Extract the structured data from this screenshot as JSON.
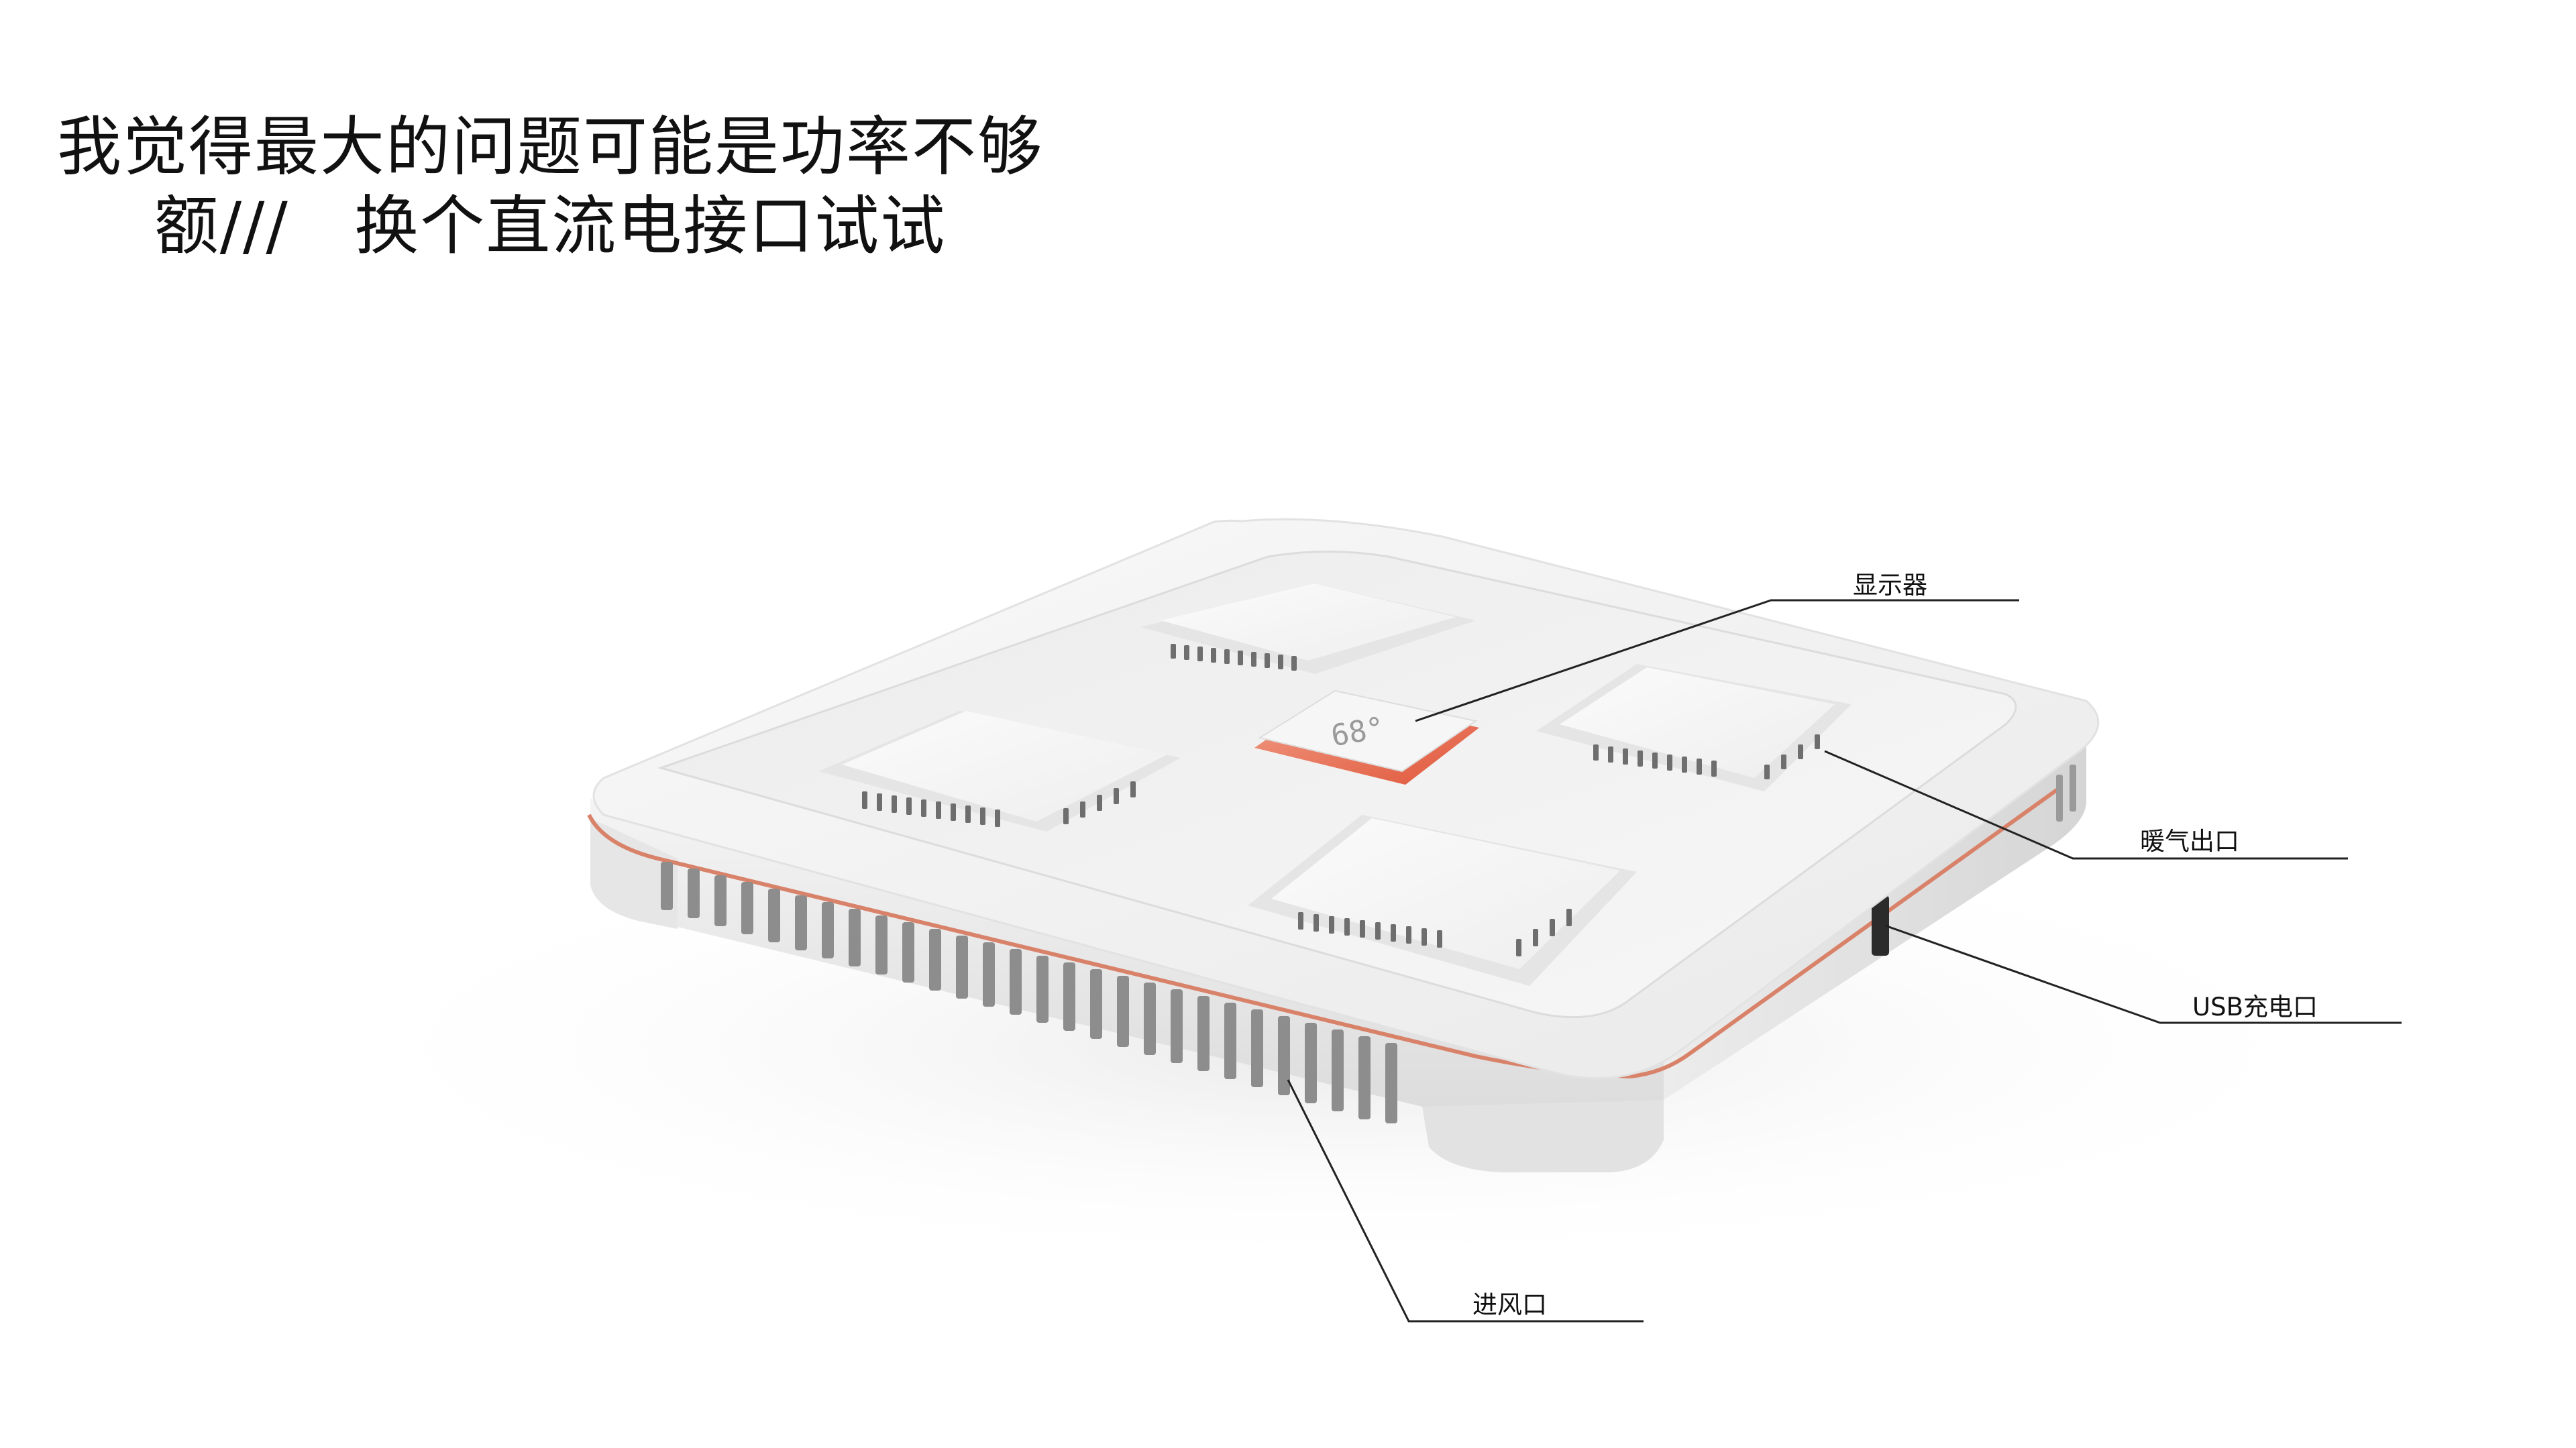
{
  "headline": {
    "line1": "我觉得最大的问题可能是功率不够",
    "line2": "额///   换个直流电接口试试"
  },
  "display": {
    "reading": "68°"
  },
  "callouts": {
    "display": "显示器",
    "heat_outlet": "暖气出口",
    "usb_port": "USB充电口",
    "air_inlet": "进风口"
  },
  "colors": {
    "body": "#f3f3f3",
    "accent_trim": "#d9826a",
    "leader_line": "#222222"
  }
}
